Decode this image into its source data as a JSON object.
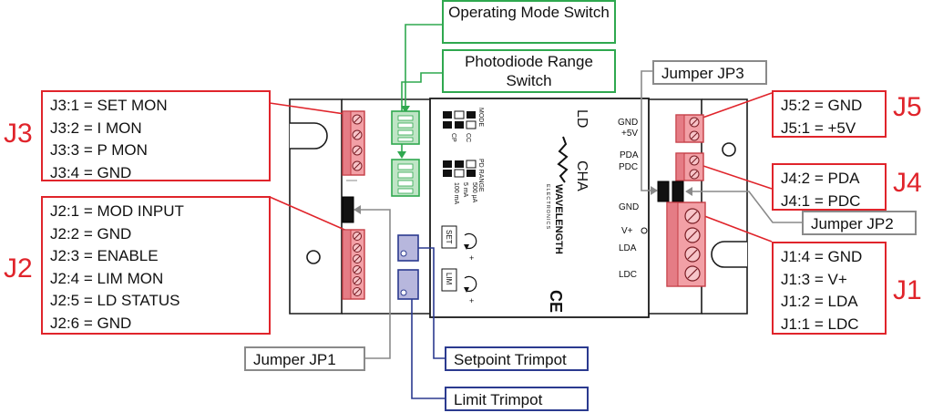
{
  "connectors": {
    "j3": {
      "label": "J3",
      "pins": [
        "J3:1 = SET MON",
        "J3:2 = I MON",
        "J3:3 = P MON",
        "J3:4 = GND"
      ]
    },
    "j2": {
      "label": "J2",
      "pins": [
        "J2:1 = MOD INPUT",
        "J2:2 = GND",
        "J2:3 = ENABLE",
        "J2:4 = LIM MON",
        "J2:5 = LD STATUS",
        "J2:6 = GND"
      ]
    },
    "j5": {
      "label": "J5",
      "pins": [
        "J5:2 = GND",
        "J5:1 = +5V"
      ]
    },
    "j4": {
      "label": "J4",
      "pins": [
        "J4:2 = PDA",
        "J4:1 = PDC"
      ]
    },
    "j1": {
      "label": "J1",
      "pins": [
        "J1:4 = GND",
        "J1:3 = V+",
        "J1:2 = LDA",
        "J1:1 = LDC"
      ]
    }
  },
  "callouts": {
    "operating_mode_switch": "Operating Mode Switch",
    "photodiode_range_switch": "Photodiode Range Switch",
    "jumper_jp3": "Jumper JP3",
    "jumper_jp2": "Jumper JP2",
    "jumper_jp1": "Jumper JP1",
    "setpoint_trimpot": "Setpoint Trimpot",
    "limit_trimpot": "Limit Trimpot"
  },
  "board": {
    "mode_label": "MODE",
    "mode_cp": "CP",
    "mode_cc": "CC",
    "pd_range_label": "PD RANGE",
    "pd_range_500ua": "500 μA",
    "pd_range_5ma": "5 mA",
    "pd_range_100ma": "100 mA",
    "set_label": "SET",
    "lim_label": "LIM",
    "ld_label": "LD",
    "cha_label": "CHA",
    "brand_name": "WAVELENGTH",
    "brand_sub": "ELECTRONICS",
    "ce_mark": "CE",
    "gnd_5v_top": "GND",
    "gnd_5v_bottom": "+5V",
    "pda_label": "PDA",
    "pdc_label": "PDC",
    "gnd_label": "GND",
    "vplus_label": "V+",
    "lda_label": "LDA",
    "ldc_label": "LDC",
    "plus_sign": "+"
  },
  "colors": {
    "callout_red": "#e0242b",
    "callout_green": "#2fa84f",
    "callout_gray": "#8a8a8a",
    "callout_blue": "#2b3a8f",
    "terminal_fill": "#f2a0a6",
    "switch_fill": "#bfe5c6",
    "trimpot_fill": "#b7b7dd"
  }
}
